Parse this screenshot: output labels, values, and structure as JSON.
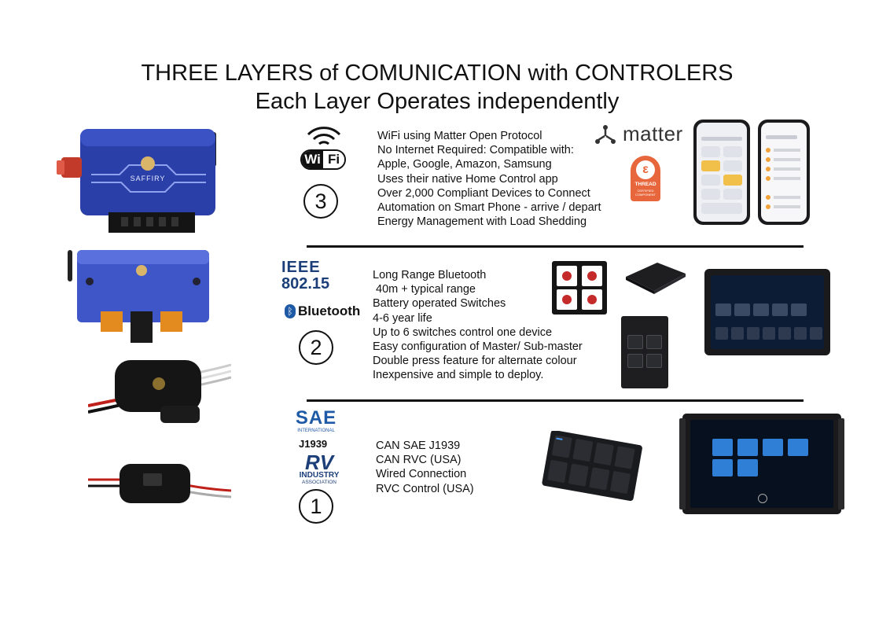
{
  "heading": {
    "line1": "THREE LAYERS of COMUNICATION with CONTROLERS",
    "line2": "Each Layer Operates independently"
  },
  "layers": [
    {
      "number": "3",
      "features": [
        "WiFi using Matter Open Protocol",
        "No Internet Required: Compatible with:",
        "Apple, Google, Amazon, Samsung",
        "Uses their native Home Control app",
        "Over 2,000 Compliant Devices to Connect",
        "Automation on Smart Phone - arrive / depart",
        "Energy Management with Load Shedding"
      ],
      "logos": {
        "wifi_left": "Wi",
        "wifi_right": "Fi",
        "matter": "matter",
        "thread": "THREAD",
        "thread_sub": "CERTIFIED COMPONENT"
      }
    },
    {
      "number": "2",
      "features": [
        "Long Range Bluetooth",
        " 40m + typical range",
        "Battery operated Switches",
        "4-6 year life",
        "Up to 6 switches control one device",
        "Easy configuration of Master/ Sub-master",
        "Double press feature for alternate colour",
        "Inexpensive and simple to deploy."
      ],
      "logos": {
        "ieee_top": "IEEE",
        "ieee_bottom": "802.15",
        "bluetooth": "Bluetooth"
      }
    },
    {
      "number": "1",
      "features": [
        "CAN SAE J1939",
        "CAN RVC (USA)",
        "Wired Connection",
        "RVC Control (USA)"
      ],
      "logos": {
        "sae": "SAE",
        "sae_sub": "INTERNATIONAL",
        "j1939": "J1939",
        "rv": "RV",
        "rv_industry": "INDUSTRY",
        "rv_assoc": "ASSOCIATION"
      }
    }
  ],
  "controller": {
    "brand": "SAFFIRY"
  },
  "colors": {
    "text": "#111111",
    "controller_blue": "#2b3fa8",
    "thread_orange": "#e8663c",
    "ieee_blue": "#1c3f7a",
    "sae_blue": "#1f5aa6"
  }
}
